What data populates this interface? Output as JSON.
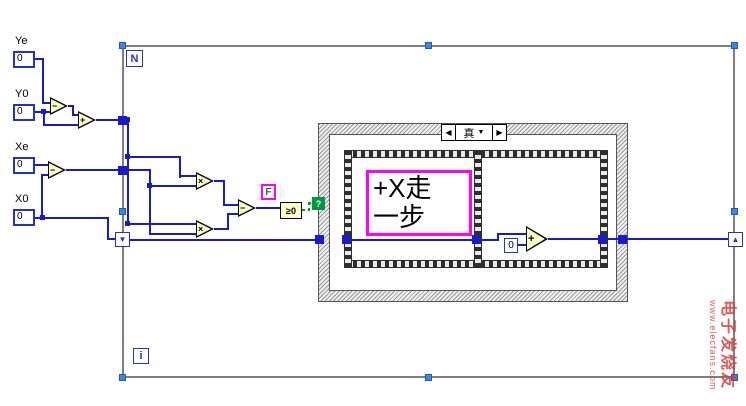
{
  "diagram": {
    "controls": [
      {
        "label": "Ye",
        "value": "0"
      },
      {
        "label": "Y0",
        "value": "0"
      },
      {
        "label": "Xe",
        "value": "0"
      },
      {
        "label": "X0",
        "value": "0"
      }
    ],
    "for_loop": {
      "count_label": "N",
      "iteration_label": "i"
    },
    "shift_registers": {
      "left_glyph": "▼",
      "right_glyph": "▲"
    },
    "functions": {
      "subtract1": "−",
      "add1": "+",
      "subtract2": "−",
      "multiply1": "×",
      "multiply2": "×",
      "subtract3": "−",
      "compare": "≥0",
      "add2": "+"
    },
    "constants": {
      "f": "F",
      "zero": "0"
    },
    "case_structure": {
      "prev_glyph": "◀",
      "selector_value": "真",
      "caret_glyph": "▼",
      "next_glyph": "▶",
      "selector_terminal": "?"
    },
    "string_constant": {
      "line1": "+X走",
      "line2": "一步"
    },
    "colors": {
      "wire_blue": "#1a1acd",
      "string_pink": "#ff00ff",
      "boolean_green": "#00a000",
      "watermark_red": "#d2403c"
    }
  },
  "watermark": {
    "title": "电子发烧友",
    "url": "www.elecfans.com"
  }
}
